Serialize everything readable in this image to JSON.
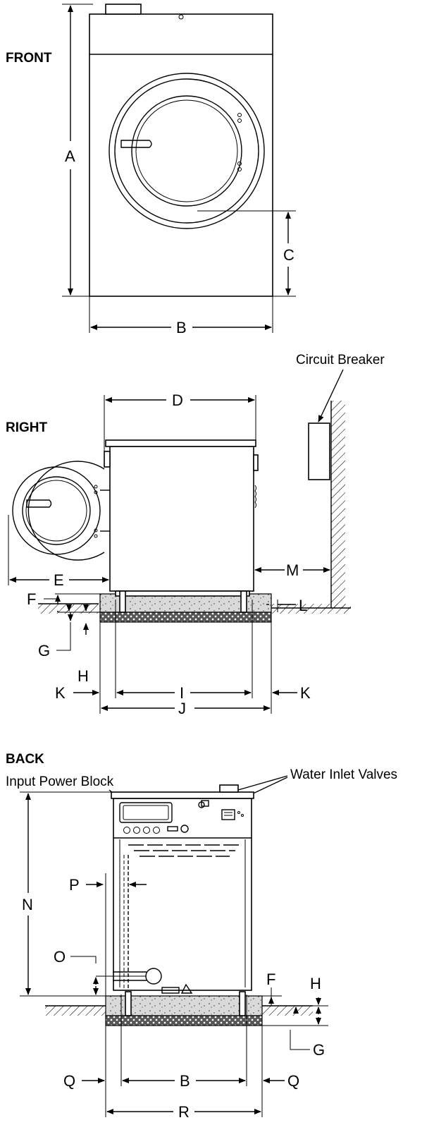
{
  "views": {
    "front": {
      "title": "FRONT"
    },
    "right": {
      "title": "RIGHT"
    },
    "back": {
      "title": "BACK"
    }
  },
  "callouts": {
    "circuit_breaker": "Circuit Breaker",
    "input_power_block": "Input Power Block",
    "water_inlet_valves": "Water Inlet Valves"
  },
  "dimensions": {
    "A": "A",
    "B": "B",
    "C": "C",
    "D": "D",
    "E": "E",
    "F": "F",
    "G": "G",
    "H": "H",
    "I": "I",
    "J": "J",
    "K": "K",
    "L": "L",
    "M": "M",
    "N": "N",
    "O": "O",
    "P": "P",
    "Q": "Q",
    "R": "R"
  },
  "colors": {
    "line": "#000000",
    "background": "#ffffff"
  }
}
